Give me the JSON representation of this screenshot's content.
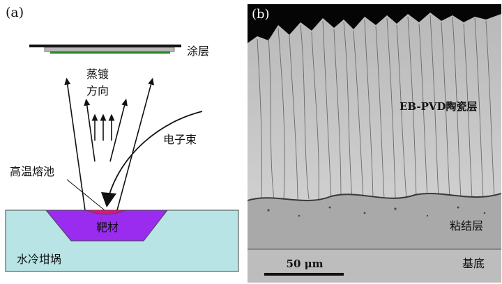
{
  "panel_a": {
    "tag": "(a)",
    "labels": {
      "coating": "涂层",
      "evap_line1": "蒸镀",
      "evap_line2": "方向",
      "electron_beam": "电子束",
      "melt_pool": "高温熔池",
      "target": "靶材",
      "crucible": "水冷坩埚"
    },
    "colors": {
      "crucible": "#b8e4e6",
      "target": "#9a2cf0",
      "melt_pool": "#e0127f",
      "substrate_green": "#2a8a2a",
      "substrate_gray": "#b8b8b8"
    }
  },
  "panel_b": {
    "tag": "(b)",
    "labels": {
      "ceramic_layer": "EB-PVD陶瓷层",
      "bond_coat": "粘结层",
      "substrate": "基底",
      "scale_bar": "50 μm"
    }
  }
}
